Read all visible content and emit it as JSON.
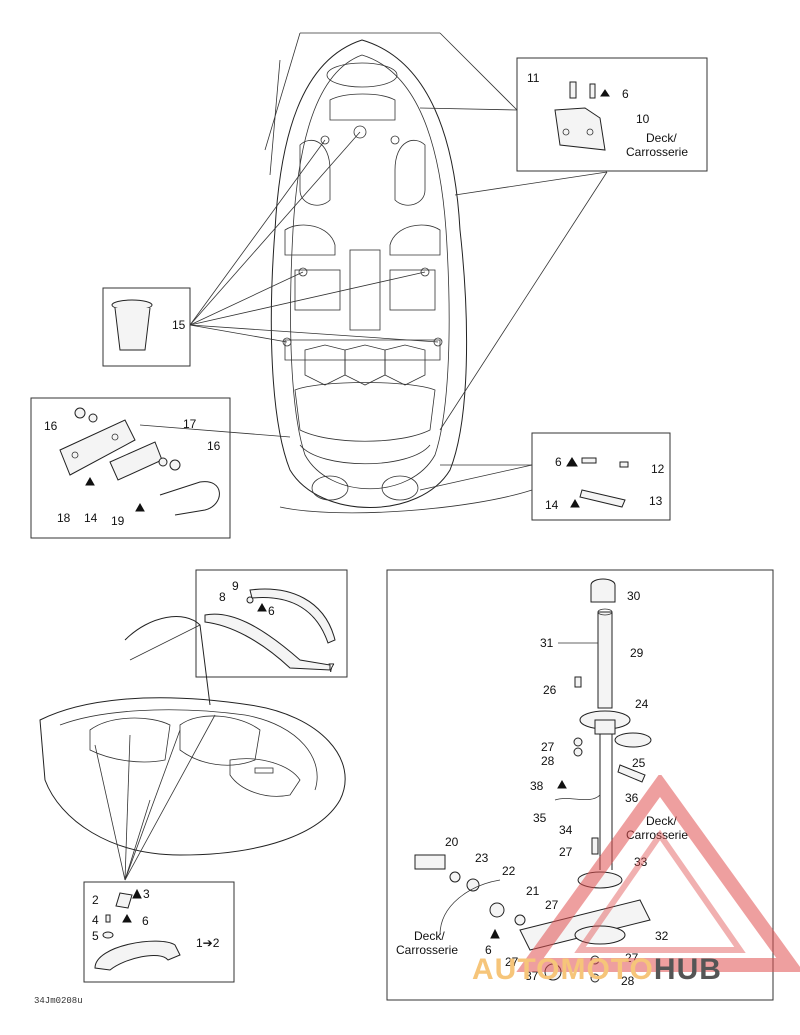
{
  "callouts": {
    "c1": "1",
    "c2": "2",
    "c3": "3",
    "c4": "4",
    "c5": "5",
    "c6a": "6",
    "c6b": "6",
    "c6c": "6",
    "c6d": "6",
    "c7": "7",
    "c8": "8",
    "c9": "9",
    "c10": "10",
    "c11": "11",
    "c12": "12",
    "c13": "13",
    "c14a": "14",
    "c14b": "14",
    "c15": "15",
    "c16a": "16",
    "c16b": "16",
    "c17": "17",
    "c18": "18",
    "c19": "19",
    "c20": "20",
    "c21": "21",
    "c22": "22",
    "c23": "23",
    "c24": "24",
    "c25": "25",
    "c26": "26",
    "c27a": "27",
    "c27b": "27",
    "c27c": "27",
    "c27d": "27",
    "c27e": "27",
    "c28a": "28",
    "c28b": "28",
    "c29": "29",
    "c30": "30",
    "c31": "31",
    "c32": "32",
    "c33": "33",
    "c34": "34",
    "c35": "35",
    "c36": "36",
    "c37": "37",
    "c38": "38"
  },
  "labels": {
    "deck_carrosserie_1": "Deck/",
    "deck_carrosserie_1b": "Carrosserie",
    "deck_carrosserie_2": "Deck/",
    "deck_carrosserie_2b": "Carrosserie",
    "deck_carrosserie_3": "Deck/",
    "deck_carrosserie_3b": "Carrosserie",
    "note_1_2": "1➔2",
    "doc_ref": "34Jm0208u"
  },
  "watermark": {
    "part1": "AUTO",
    "part2": "MOTO",
    "part3": "HUB",
    "color_main": "#f6c57a",
    "color_accent": "#e05050"
  }
}
